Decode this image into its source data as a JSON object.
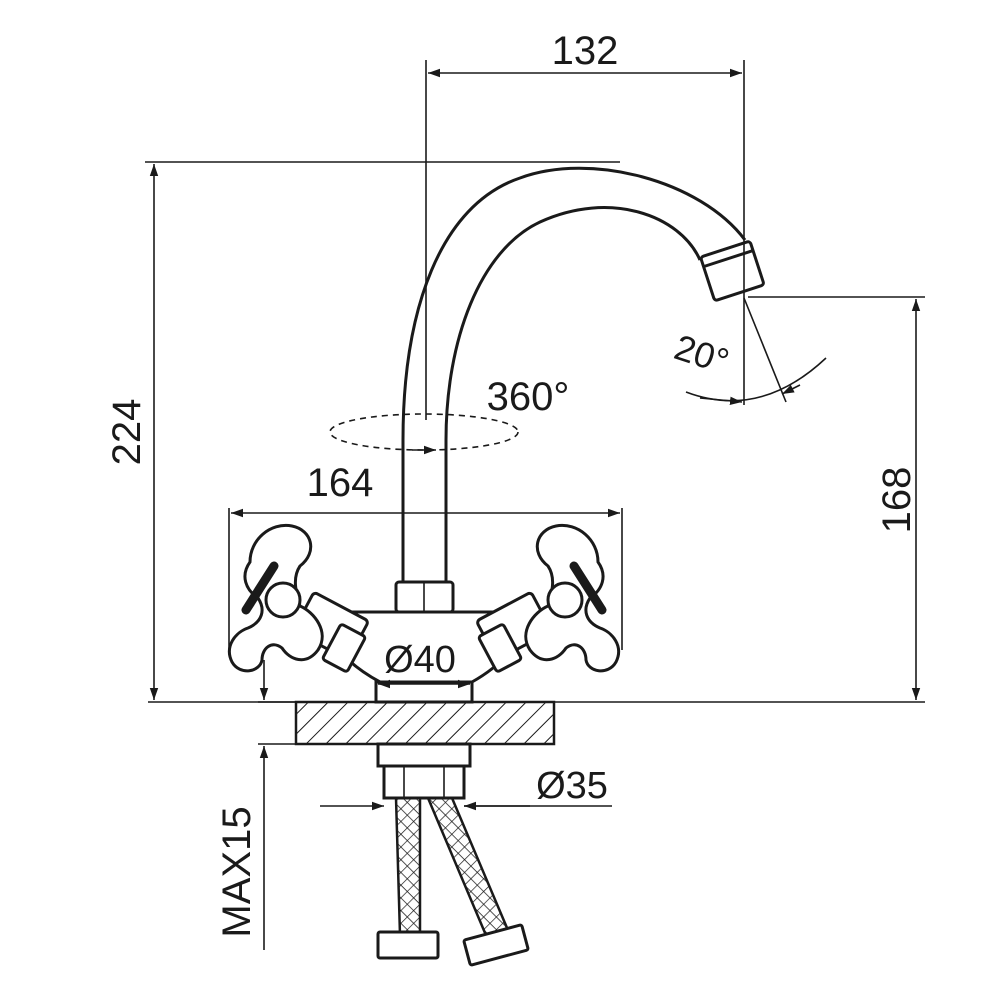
{
  "dimensions": {
    "spout_reach": "132",
    "total_height": "224",
    "outlet_height": "168",
    "base_width": "164",
    "base_diameter": "Ø40",
    "shank_diameter": "Ø35",
    "max_counter_thickness": "MAX15",
    "swivel_angle": "360°",
    "aerator_tilt_angle": "20°"
  }
}
